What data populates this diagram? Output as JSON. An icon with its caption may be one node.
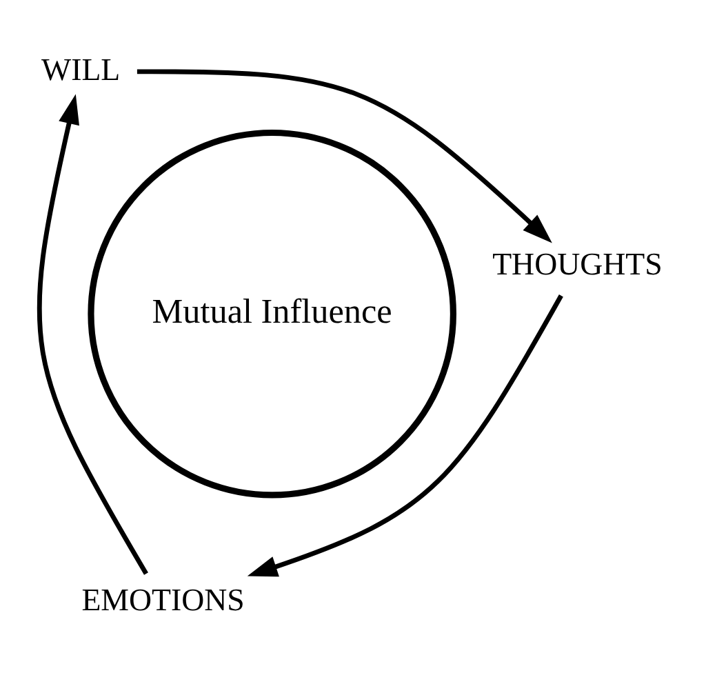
{
  "diagram": {
    "nodes": [
      {
        "text": [
          "Mutual Influence"
        ]
      },
      {
        "text": [
          "THOUGHTS"
        ]
      },
      {
        "text": [
          "EMOTIONS"
        ]
      },
      {
        "text": [
          "WILL"
        ]
      }
    ],
    "edges": [
      {
        "from": 1,
        "to": 2,
        "arrow": "to"
      },
      {
        "from": 2,
        "to": 3,
        "arrow": "to"
      },
      {
        "from": 3,
        "to": 1,
        "arrow": "to"
      }
    ]
  }
}
